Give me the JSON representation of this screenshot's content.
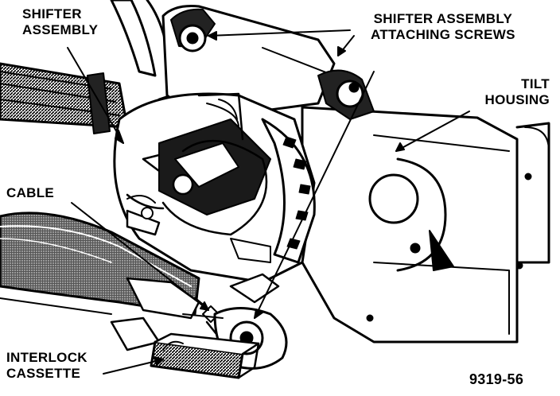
{
  "labels": {
    "shifter_assembly": [
      "SHIFTER",
      "ASSEMBLY"
    ],
    "attaching_screws": [
      "SHIFTER ASSEMBLY",
      "ATTACHING SCREWS"
    ],
    "tilt_housing": [
      "TILT",
      "HOUSING"
    ],
    "cable": "CABLE",
    "interlock_cassette": [
      "INTERLOCK",
      "CASSETTE"
    ]
  },
  "figure_id": "9319-56",
  "colors": {
    "ink": "#000000",
    "paper": "#ffffff",
    "shade": "#3a3a3a"
  }
}
